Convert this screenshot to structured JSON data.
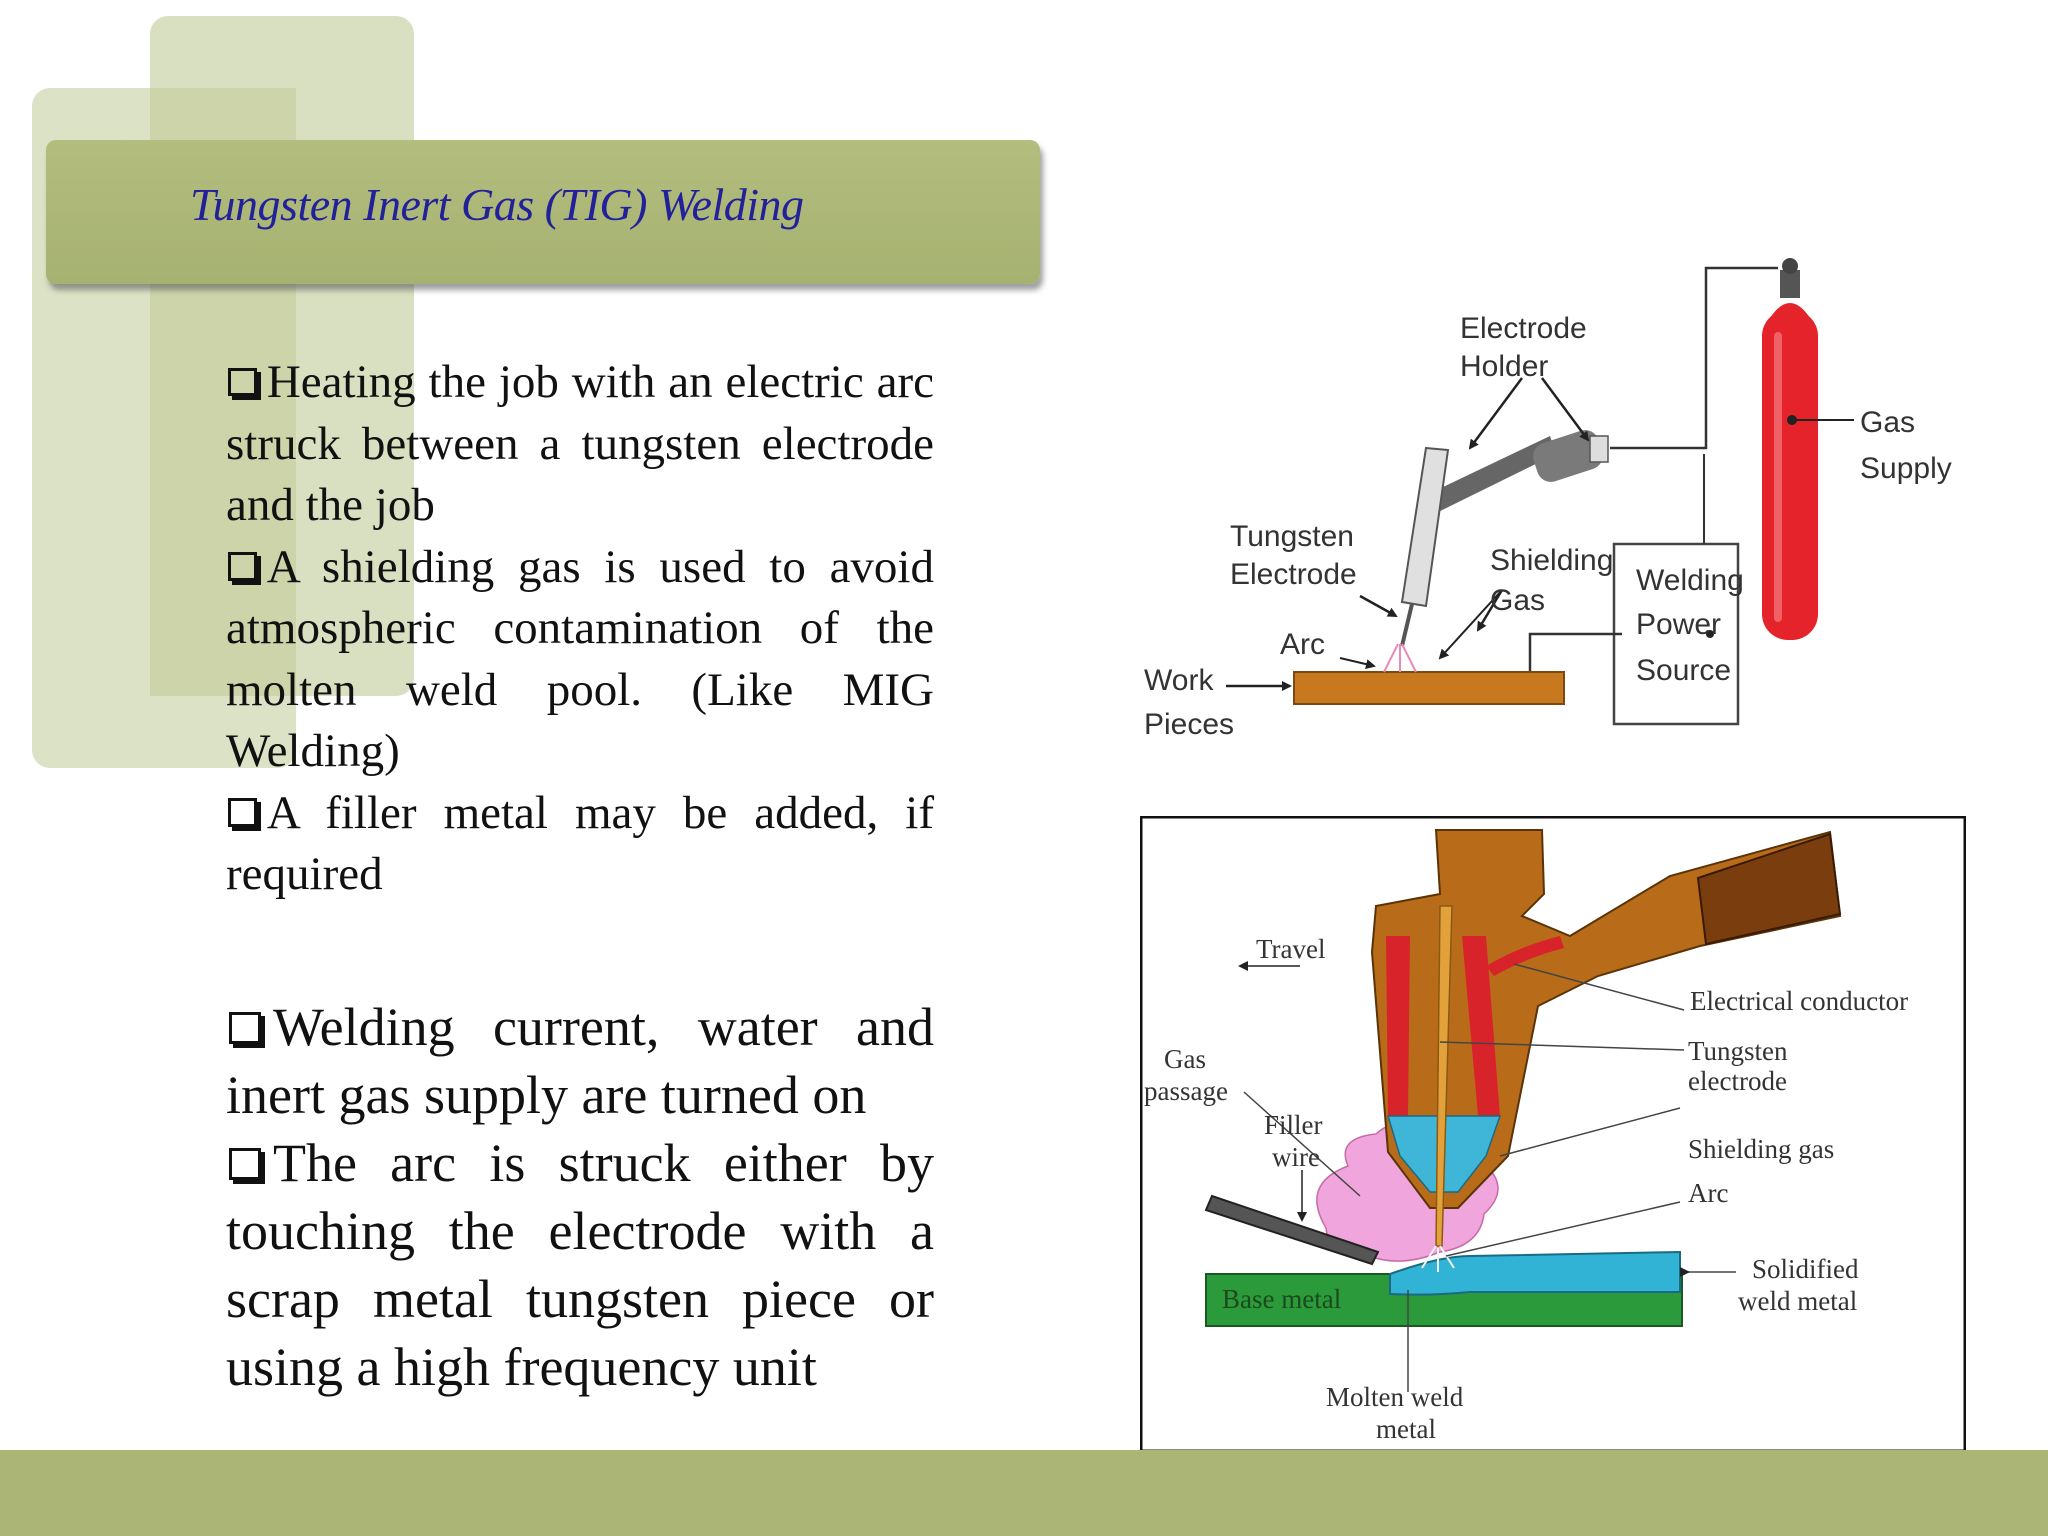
{
  "slide": {
    "title": "Tungsten Inert Gas  (TIG) Welding",
    "bullets_upper": [
      "Heating the job with an electric arc struck between a tungsten electrode and the job",
      "A shielding gas is used to avoid atmospheric contamination of the molten weld pool. (Like MIG Welding)",
      "A filler metal may be added, if required"
    ],
    "bullets_lower": [
      "Welding current, water and inert gas supply are turned on",
      "The arc is struck either by touching the electrode with a scrap metal tungsten piece or using a high frequency unit"
    ]
  },
  "diagram_setup": {
    "labels": {
      "electrode_holder": [
        "Electrode",
        "Holder"
      ],
      "gas_supply": [
        "Gas",
        "Supply"
      ],
      "tungsten_electrode": [
        "Tungsten",
        "Electrode"
      ],
      "shielding_gas": [
        "Shielding",
        "Gas"
      ],
      "welding_power_source": [
        "Welding",
        "Power",
        "Source"
      ],
      "arc": "Arc",
      "work_pieces": [
        "Work",
        "Pieces"
      ]
    },
    "colors": {
      "cylinder": "#e4232a",
      "workpiece": "#c8781e",
      "torch": "#d0d0d0"
    }
  },
  "diagram_torch": {
    "labels": {
      "travel": "Travel",
      "electrical_conductor": "Electrical  conductor",
      "tungsten_electrode": [
        "Tungsten",
        "electrode"
      ],
      "gas_passage": [
        "Gas",
        "passage"
      ],
      "filler_wire": [
        "Filler",
        "wire"
      ],
      "shielding_gas": "Shielding  gas",
      "arc": "Arc",
      "solidified_weld_metal": [
        "Solidified",
        "weld  metal"
      ],
      "base_metal": "Base  metal",
      "molten_weld_metal": [
        "Molten  weld",
        "metal"
      ]
    },
    "colors": {
      "body": "#b86c1a",
      "insulation": "#d9232a",
      "gas": "#3fb6d8",
      "base": "#2a9a3a",
      "weld": "#31b3d6",
      "plume": "#f0a6dc"
    }
  },
  "theme": {
    "accent": "#abb676",
    "title_color": "#22219a"
  }
}
